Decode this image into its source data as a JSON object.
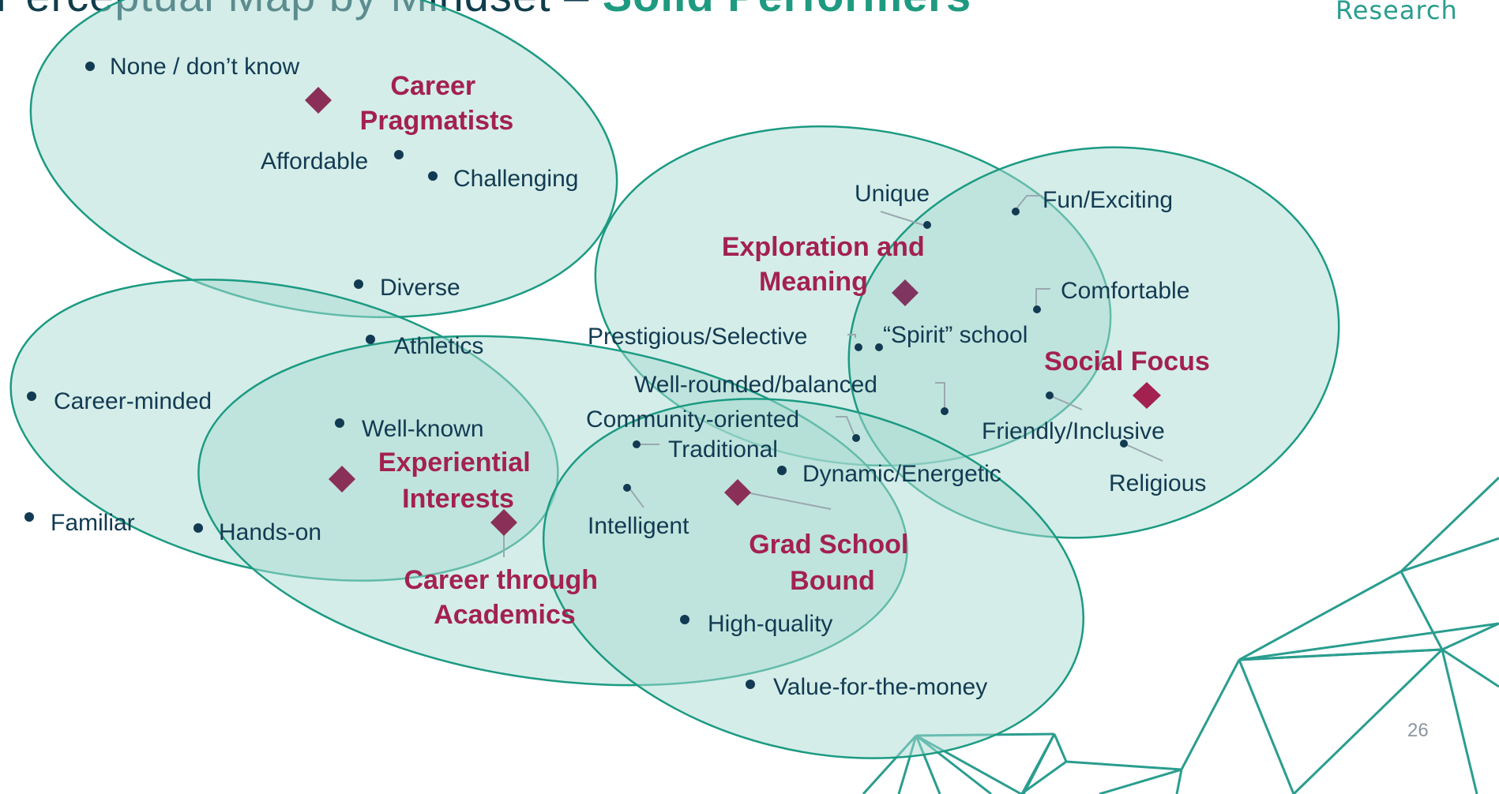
{
  "title": {
    "prefix": "Perceptual Map by Mindset – ",
    "highlight": "Solid Performers"
  },
  "brand": "Research",
  "page_number": "26",
  "colors": {
    "ellipse_fill": "#a9dcd2",
    "ellipse_stroke": "#1b9a82",
    "segment_text": "#a3214f",
    "segment_marker": "#8a3058",
    "attribute_text": "#123a52",
    "decor_lines": "#2a9d8f"
  },
  "segments": [
    {
      "id": "career-pragmatists",
      "lines": [
        "Career",
        "Pragmatists"
      ]
    },
    {
      "id": "exploration-and-meaning",
      "lines": [
        "Exploration and",
        "Meaning"
      ]
    },
    {
      "id": "social-focus",
      "lines": [
        "Social Focus"
      ]
    },
    {
      "id": "experiential-interests",
      "lines": [
        "Experiential",
        "Interests"
      ]
    },
    {
      "id": "career-through-academics",
      "lines": [
        "Career through",
        "Academics"
      ]
    },
    {
      "id": "grad-school-bound",
      "lines": [
        "Grad School",
        "Bound"
      ]
    }
  ],
  "attributes": [
    "None / don’t know",
    "Affordable",
    "Challenging",
    "Diverse",
    "Athletics",
    "Career-minded",
    "Well-known",
    "Familiar",
    "Hands-on",
    "Unique",
    "Fun/Exciting",
    "Comfortable",
    "Prestigious/Selective",
    "“Spirit” school",
    "Well-rounded/balanced",
    "Community-oriented",
    "Traditional",
    "Friendly/Inclusive",
    "Religious",
    "Dynamic/Energetic",
    "Intelligent",
    "High-quality",
    "Value-for-the-money"
  ]
}
